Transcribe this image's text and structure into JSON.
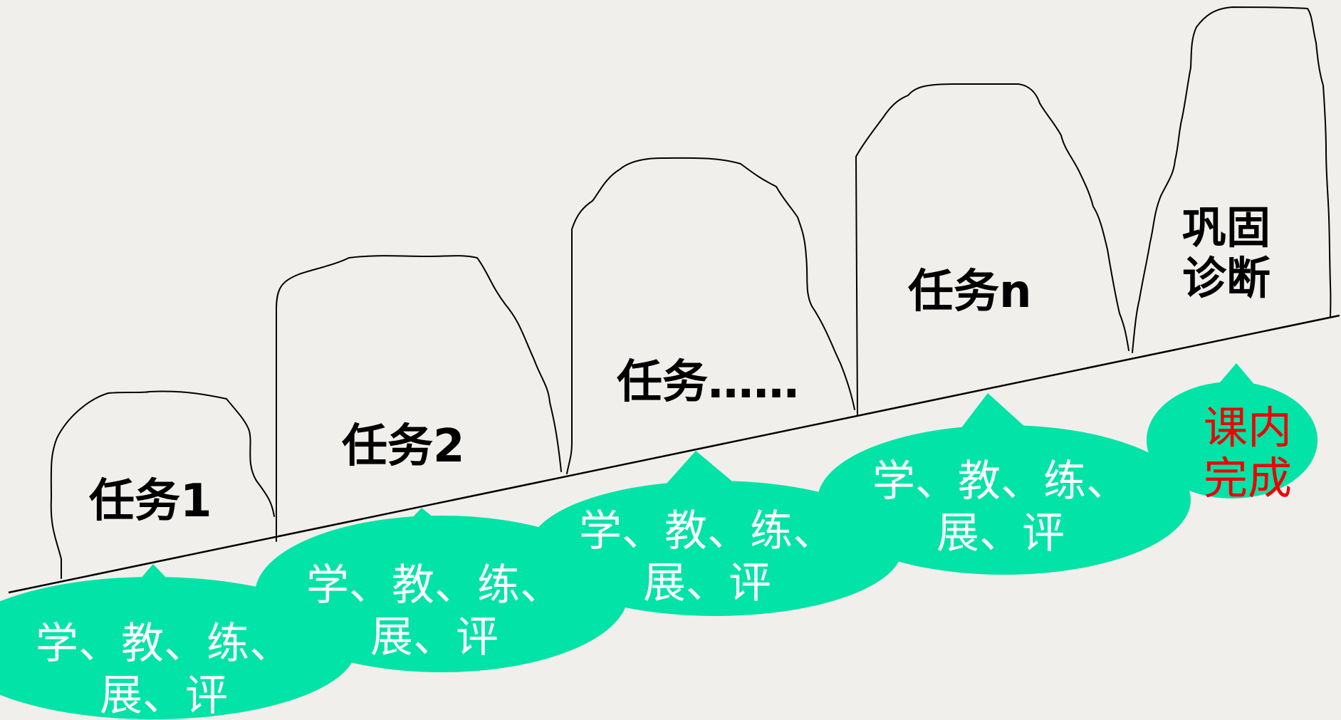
{
  "colors": {
    "background": "#f1efeb",
    "bubble": "#02e3a7",
    "outline": "#000000",
    "bubble_text": "#ffffff",
    "task_text": "#000000",
    "final_text": "#ee0000"
  },
  "diagram": {
    "tasks": [
      {
        "label": "任务1"
      },
      {
        "label": "任务2"
      },
      {
        "label": "任务……"
      },
      {
        "label": "任务n"
      }
    ],
    "final_rock": {
      "lines": [
        "巩固",
        "诊断"
      ]
    },
    "steps": [
      {
        "lines": [
          "学、教、练、",
          "展、评"
        ]
      },
      {
        "lines": [
          "学、教、练、",
          "展、评"
        ]
      },
      {
        "lines": [
          "学、教、练、",
          "展、评"
        ]
      },
      {
        "lines": [
          "学、教、练、",
          "展、评"
        ]
      }
    ],
    "final_bubble": {
      "lines": [
        "课内",
        "完成"
      ]
    }
  }
}
